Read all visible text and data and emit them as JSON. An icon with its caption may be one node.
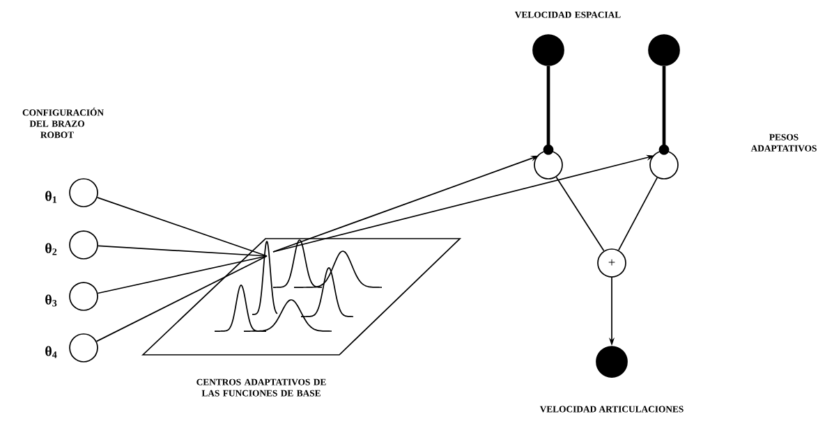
{
  "diagram": {
    "nodes": [
      {
        "text": [],
        "shape": "circle",
        "beside": [
          "θ$_{1}$"
        ]
      },
      {
        "text": [],
        "shape": "circle",
        "beside": [
          "θ$_{2}$"
        ]
      },
      {
        "text": [],
        "shape": "circle",
        "beside": [
          "θ$_{3}$"
        ]
      },
      {
        "text": [],
        "shape": "circle",
        "beside": [
          "θ$_{4}$"
        ]
      },
      {
        "text": [],
        "shape": "picture",
        "beside": [
          "CENTROS ADAPTATIVOS DE LAS FUNCIONES DE BASE"
        ]
      },
      {
        "text": [],
        "shape": "circle"
      },
      {
        "text": [],
        "shape": "circle"
      },
      {
        "text": [],
        "shape": "circle"
      },
      {
        "text": [],
        "shape": "circle"
      },
      {
        "text": [
          "+"
        ]
      },
      {
        "text": [],
        "shape": "circle",
        "beside": [
          "VELOCIDAD ARTICULACIONES"
        ]
      }
    ],
    "edges": [
      {
        "from": 0,
        "to": 4,
        "arrow": "none"
      },
      {
        "from": 1,
        "to": 4,
        "arrow": "none"
      },
      {
        "from": 2,
        "to": 4,
        "arrow": "none"
      },
      {
        "from": 3,
        "to": 4,
        "arrow": "none"
      },
      {
        "from": 4,
        "to": 7,
        "arrow": "to"
      },
      {
        "from": 4,
        "to": 8,
        "arrow": "to"
      },
      {
        "from": 5,
        "to": 7,
        "arrow": "other",
        "style": "thick"
      },
      {
        "from": 6,
        "to": 8,
        "arrow": "other",
        "style": "thick"
      },
      {
        "from": 7,
        "to": 9,
        "arrow": "none"
      },
      {
        "from": 8,
        "to": 9,
        "arrow": "none"
      },
      {
        "from": 9,
        "to": 10,
        "arrow": "to"
      }
    ],
    "labels": [
      "VELOCIDAD ESPACIAL",
      "CONFIGURACIÓN DEL BRAZO ROBOT",
      "PESOS ADAPTATIVOS"
    ]
  }
}
